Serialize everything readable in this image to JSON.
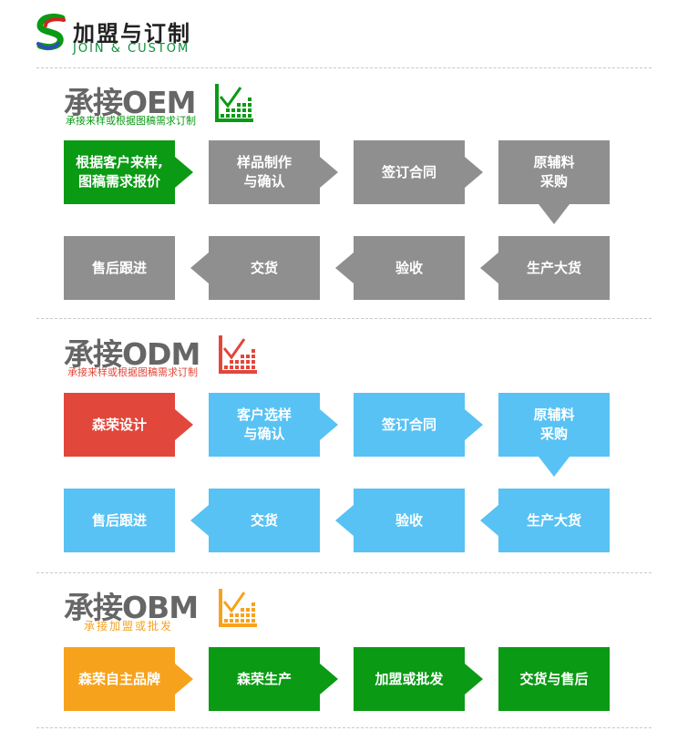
{
  "header": {
    "title": "加盟与订制",
    "subtitle": "JOIN & CUSTOM"
  },
  "colors": {
    "green": "#0a9a14",
    "gray": "#8f8f8f",
    "blue": "#58c2f4",
    "red": "#e1473b",
    "orange": "#f7a21c"
  },
  "oem": {
    "title": "承接OEM",
    "subtitle": "承接来样或根据图稿需求订制",
    "row1": [
      "根据客户来样,\n图稿需求报价",
      "样品制作\n与确认",
      "签订合同",
      "原辅料\n采购"
    ],
    "row2": [
      "售后跟进",
      "交货",
      "验收",
      "生产大货"
    ]
  },
  "odm": {
    "title": "承接ODM",
    "subtitle": "承接来样或根据图稿需求订制",
    "row1": [
      "森荣设计",
      "客户选样\n与确认",
      "签订合同",
      "原辅料\n采购"
    ],
    "row2": [
      "售后跟进",
      "交货",
      "验收",
      "生产大货"
    ]
  },
  "obm": {
    "title": "承接OBM",
    "subtitle": "承接加盟或批发",
    "row1": [
      "森荣自主品牌",
      "森荣生产",
      "加盟或批发",
      "交货与售后"
    ]
  }
}
